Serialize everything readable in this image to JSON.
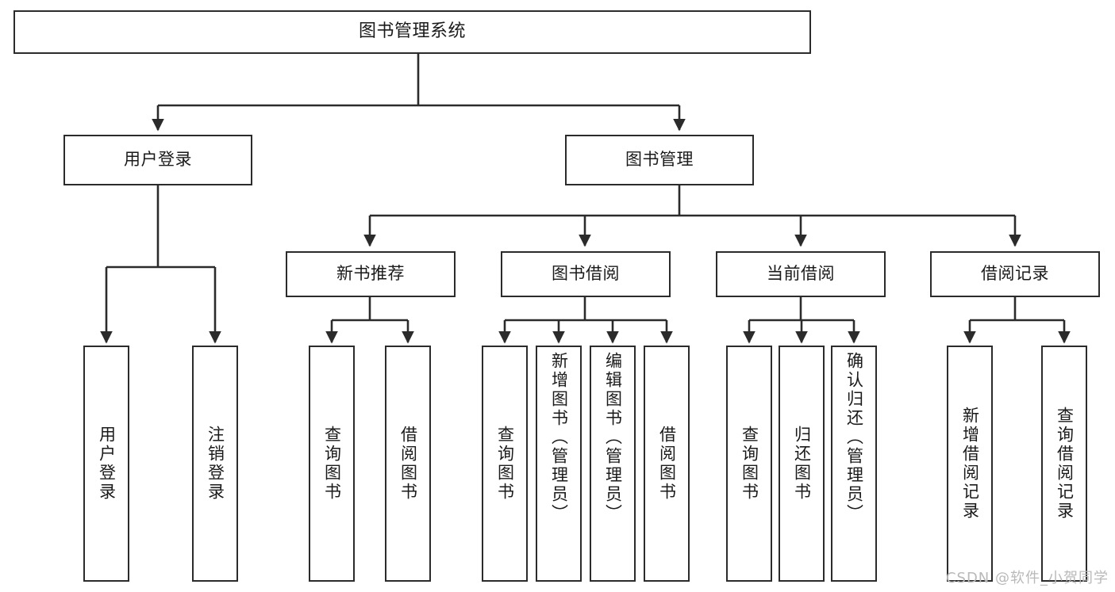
{
  "diagram": {
    "title": "图书管理系统",
    "type": "tree",
    "stroke_color": "#2b2b2b",
    "fill_color": "#ffffff",
    "text_color": "#1a1a1a"
  },
  "nodes": {
    "root": {
      "label": "图书管理系统",
      "level": 0
    },
    "level2": [
      {
        "id": "user_login",
        "label": "用户登录"
      },
      {
        "id": "book_manage",
        "label": "图书管理"
      }
    ],
    "level3": [
      {
        "id": "new_book_rec",
        "label": "新书推荐",
        "parent": "book_manage"
      },
      {
        "id": "book_borrow",
        "label": "图书借阅",
        "parent": "book_manage"
      },
      {
        "id": "current_borrow",
        "label": "当前借阅",
        "parent": "book_manage"
      },
      {
        "id": "borrow_record",
        "label": "借阅记录",
        "parent": "book_manage"
      }
    ],
    "leaves": [
      {
        "id": "leaf_user_login",
        "label": "用户登录",
        "parent": "user_login"
      },
      {
        "id": "leaf_user_logout",
        "label": "注销登录",
        "parent": "user_login"
      },
      {
        "id": "leaf_rec_query",
        "label": "查询图书",
        "parent": "new_book_rec"
      },
      {
        "id": "leaf_rec_borrow",
        "label": "借阅图书",
        "parent": "new_book_rec"
      },
      {
        "id": "leaf_bb_query",
        "label": "查询图书",
        "parent": "book_borrow"
      },
      {
        "id": "leaf_bb_add",
        "label": "新增图书（管理员）",
        "parent": "book_borrow"
      },
      {
        "id": "leaf_bb_edit",
        "label": "编辑图书（管理员）",
        "parent": "book_borrow"
      },
      {
        "id": "leaf_bb_borrow",
        "label": "借阅图书",
        "parent": "book_borrow"
      },
      {
        "id": "leaf_cb_query",
        "label": "查询图书",
        "parent": "current_borrow"
      },
      {
        "id": "leaf_cb_return",
        "label": "归还图书",
        "parent": "current_borrow"
      },
      {
        "id": "leaf_cb_confirm",
        "label": "确认归还（管理员）",
        "parent": "current_borrow"
      },
      {
        "id": "leaf_br_add",
        "label": "新增借阅记录",
        "parent": "borrow_record"
      },
      {
        "id": "leaf_br_query",
        "label": "查询借阅记录",
        "parent": "borrow_record"
      }
    ]
  },
  "watermark": {
    "text": "CSDN @软件_小贺同学"
  }
}
